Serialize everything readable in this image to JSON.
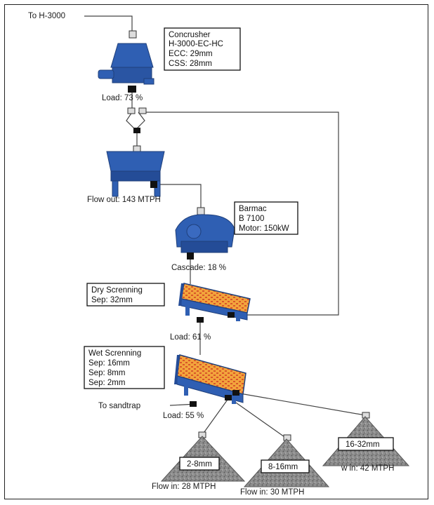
{
  "diagram": {
    "feed_label": "To H-3000",
    "crusher": {
      "name": "Concrusher",
      "model": "H-3000-EC-HC",
      "ecc": "ECC: 29mm",
      "css": "CSS: 28mm",
      "load": "Load: 73 %"
    },
    "feeder": {
      "flow_out": "Flow out: 143 MTPH"
    },
    "barmac": {
      "name": "Barmac",
      "model": "B 7100",
      "motor": "Motor: 150kW",
      "cascade": "Cascade: 18 %"
    },
    "dry_screen": {
      "name": "Dry Screnning",
      "sep": "Sep: 32mm",
      "load": "Load: 61 %"
    },
    "wet_screen": {
      "name": "Wet Screnning",
      "sep1": "Sep: 16mm",
      "sep2": "Sep: 8mm",
      "sep3": "Sep: 2mm",
      "load": "Load: 55 %",
      "sandtrap": "To sandtrap"
    },
    "piles": [
      {
        "size": "2-8mm",
        "flow": "Flow in: 28 MTPH"
      },
      {
        "size": "8-16mm",
        "flow": "Flow in: 30 MTPH"
      },
      {
        "size": "16-32mm",
        "flow": "w in: 42 MTPH"
      }
    ],
    "colors": {
      "equipment_blue": "#2f5fb3",
      "equipment_dark": "#1f3f7a",
      "screen_deck": "#f0a23a",
      "stockpile": "#8c8c8c",
      "line": "#444444"
    }
  }
}
